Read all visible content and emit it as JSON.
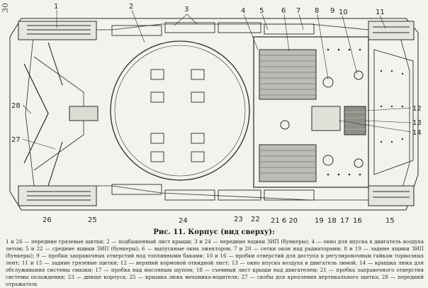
{
  "page_number": "30",
  "callouts": {
    "top": [
      "1",
      "2",
      "3",
      "4",
      "5",
      "6",
      "7",
      "8",
      "9",
      "10",
      "11"
    ],
    "right": [
      "12",
      "13",
      "14"
    ],
    "left": [
      "28",
      "27"
    ],
    "bottom": [
      "26",
      "25",
      "24",
      "23",
      "22",
      "21",
      "20",
      "19",
      "18",
      "17",
      "16",
      "15"
    ],
    "bottom_mid": "21 6 20"
  },
  "caption": "Рис. 11. Корпус (вид сверху):",
  "legend": "1 и 26 — передние грязевые щитки; 2 — подбашенный лист крыши; 3 и 24 — передние ящики ЗИП (бункеры); 4 — окно для впуска в двигатель воздуха летом; 5 и 22 — средние ящики ЗИП (бункеры); 6 — выпускные окна эжекторов; 7 и 20 — сетки окон над радиаторами; 8 и 19 — задние ящики ЗИП (бункеры); 9 — пробки заправочных отверстий над топливными баками; 10 и 16 — пробки отверстий для доступа к регулировочным гайкам тормозных лент; 11 и 15 — задние грязевые щитки; 12 — верхний кормовой откидной лист; 13 — окно впуска воздуха в двигатель зимой; 14 — крышка люка для обслуживания системы смазки; 17 — пробка над масляным щупом; 18 — съемный лист крыши над двигателем; 21 — пробка заправочного отверстия системы охлаждения; 23 — днище корпуса; 25 — крышка люка механика-водителя; 27 — скобы для крепления вертикального щитка; 28 — передний отражатель"
}
